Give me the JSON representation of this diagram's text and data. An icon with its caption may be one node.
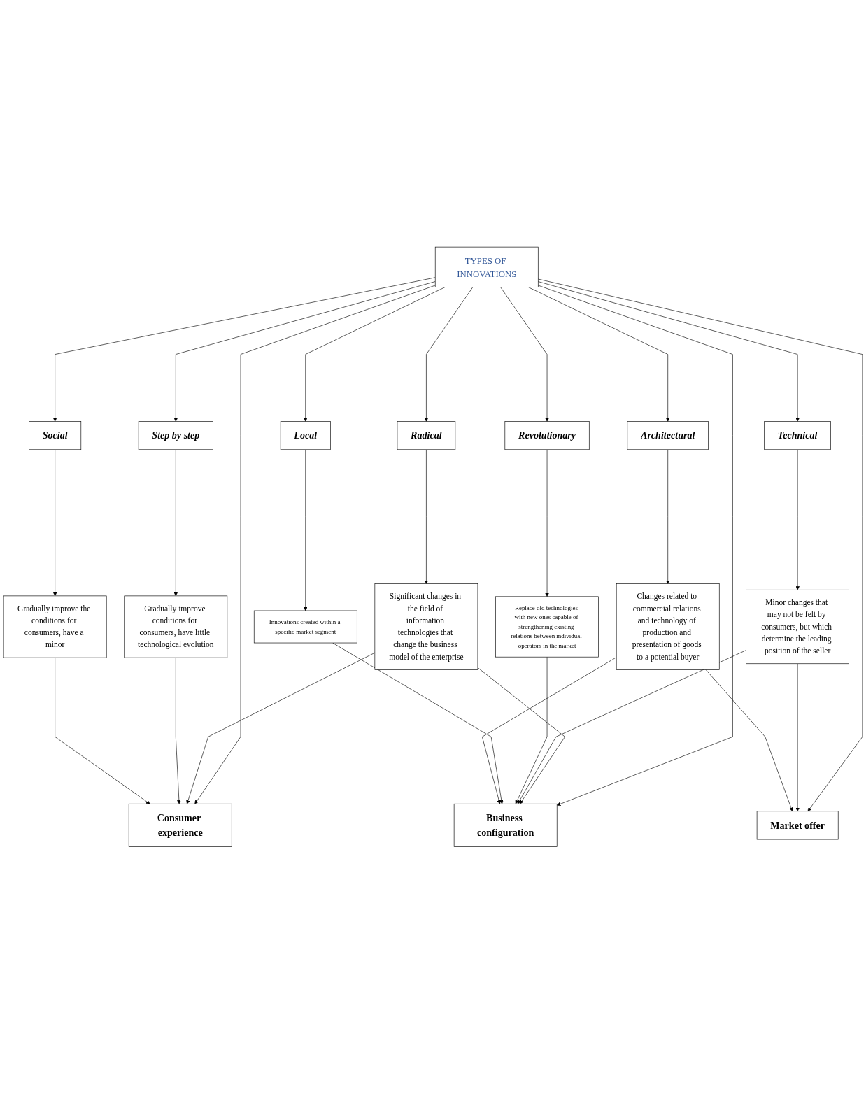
{
  "diagram": {
    "nodes": [
      {
        "text": [
          "TYPES OF INNOVATIONS"
        ]
      },
      {
        "text": [
          "Radical"
        ]
      },
      {
        "text": [
          "Significant changes in the field of information technologies that change the business model of the enterprise"
        ]
      },
      {
        "text": [
          "Step by step"
        ]
      },
      {
        "text": [
          "Gradually improve conditions for consumers, have little technological evolution"
        ]
      },
      {
        "text": [
          "Social"
        ]
      },
      {
        "text": [
          "Gradually improve the conditions for consumers, have a minor"
        ]
      },
      {
        "text": [
          "Technical"
        ]
      },
      {
        "text": [
          "Minor changes that may not be felt by consumers, but which determine the leading position of the seller"
        ]
      },
      {
        "text": [
          "Revolutionary"
        ]
      },
      {
        "text": [
          "Replace old technologies with new ones capable of strengthening existing relations between individual operators in the market"
        ]
      },
      {
        "text": [
          "Local"
        ]
      },
      {
        "text": [
          "Innovations created within a specific market segment"
        ]
      },
      {
        "text": [
          "Architectural"
        ]
      },
      {
        "text": [
          "Changes related to commercial relations and technology of production and presentation of goods to a potential buyer"
        ]
      },
      {
        "text": [
          "Business configuration"
        ]
      },
      {
        "text": [
          "Market offer"
        ]
      },
      {
        "text": [
          "Consumer experience"
        ]
      }
    ],
    "edges": [
      {
        "from": 0,
        "to": 1,
        "arrow": "to"
      },
      {
        "from": 0,
        "to": 3,
        "arrow": "to"
      },
      {
        "from": 0,
        "to": 5,
        "arrow": "to"
      },
      {
        "from": 0,
        "to": 7,
        "arrow": "to"
      },
      {
        "from": 0,
        "to": 9,
        "arrow": "to"
      },
      {
        "from": 0,
        "to": 11,
        "arrow": "to"
      },
      {
        "from": 0,
        "to": 13,
        "arrow": "to"
      },
      {
        "from": 0,
        "to": 15,
        "arrow": "to"
      },
      {
        "from": 0,
        "to": 16,
        "arrow": "to"
      },
      {
        "from": 0,
        "to": 17,
        "arrow": "to"
      },
      {
        "from": 1,
        "to": 2,
        "arrow": "to"
      },
      {
        "from": 3,
        "to": 4,
        "arrow": "to"
      },
      {
        "from": 5,
        "to": 6,
        "arrow": "to"
      },
      {
        "from": 7,
        "to": 8,
        "arrow": "to"
      },
      {
        "from": 9,
        "to": 10,
        "arrow": "to"
      },
      {
        "from": 11,
        "to": 12,
        "arrow": "to"
      },
      {
        "from": 13,
        "to": 14,
        "arrow": "to"
      },
      {
        "from": 2,
        "to": 15,
        "arrow": "to"
      },
      {
        "from": 2,
        "to": 17,
        "arrow": "to"
      },
      {
        "from": 4,
        "to": 17,
        "arrow": "to"
      },
      {
        "from": 6,
        "to": 17,
        "arrow": "to"
      },
      {
        "from": 8,
        "to": 15,
        "arrow": "to"
      },
      {
        "from": 8,
        "to": 16,
        "arrow": "to"
      },
      {
        "from": 10,
        "to": 15,
        "arrow": "to"
      },
      {
        "from": 12,
        "to": 15,
        "arrow": "to"
      },
      {
        "from": 14,
        "to": 15,
        "arrow": "to"
      },
      {
        "from": 14,
        "to": 16,
        "arrow": "to"
      }
    ]
  }
}
